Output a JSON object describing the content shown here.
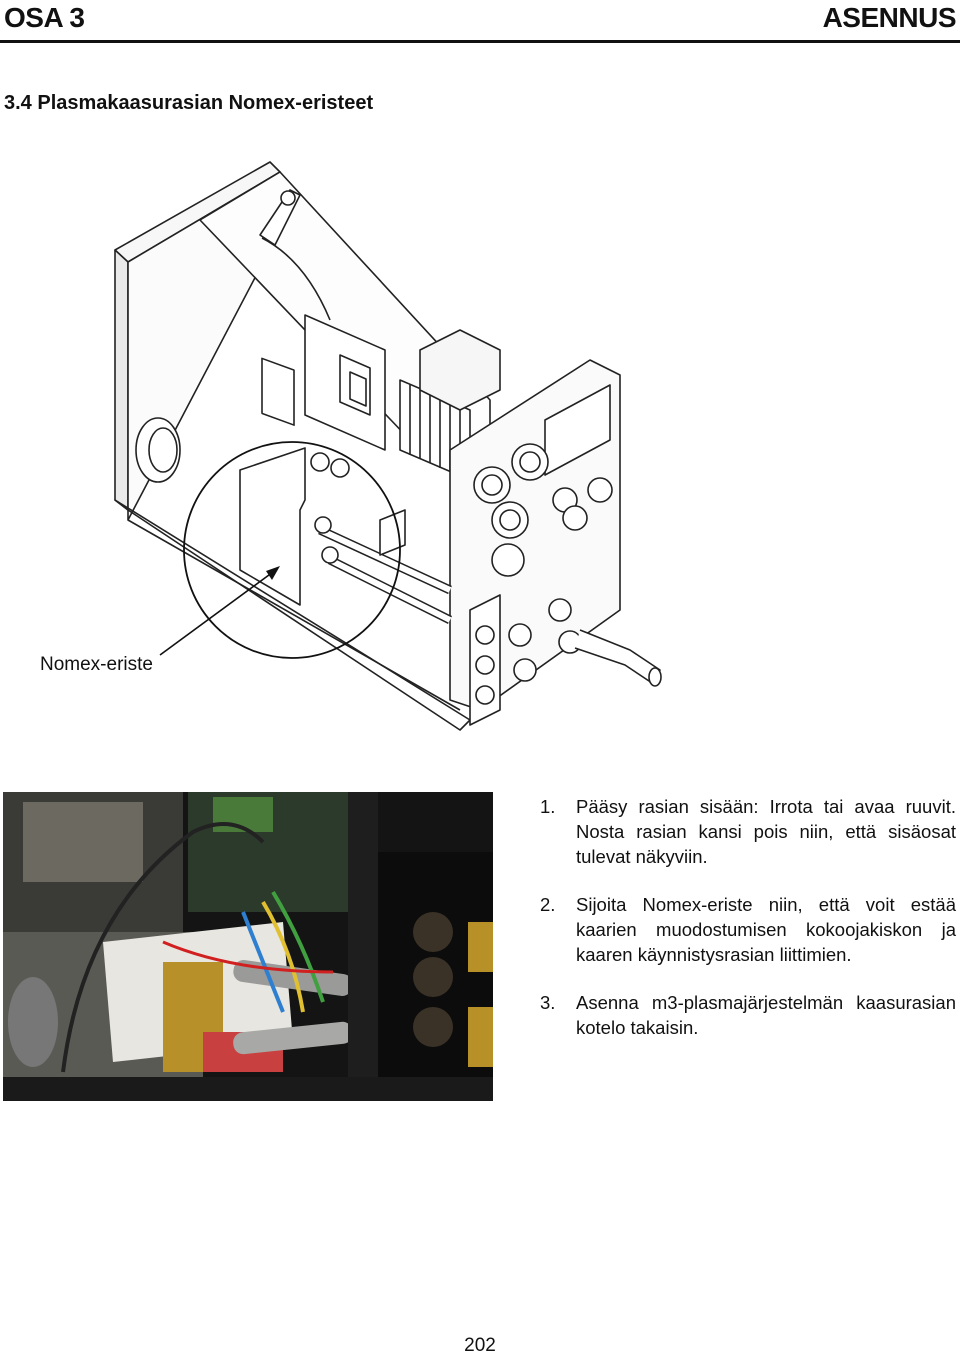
{
  "header": {
    "section": "OSA 3",
    "chapter": "ASENNUS"
  },
  "section_title": "3.4  Plasmakaasurasian Nomex-eristeet",
  "diagram": {
    "callout_label": "Nomex-eriste"
  },
  "steps": [
    {
      "number": "1.",
      "text": "Pääsy rasian sisään: Irrota tai avaa ruuvit. Nosta rasian kansi pois niin, että sisäosat tulevat näkyviin."
    },
    {
      "number": "2.",
      "text": "Sijoita Nomex-eriste niin, että voit estää kaarien muodostumisen kokoojakiskon ja kaaren käynnistysrasian liittimien."
    },
    {
      "number": "3.",
      "text": "Asenna m3-plasmajärjestelmän kaasurasian kotelo takaisin."
    }
  ],
  "page_number": "202"
}
